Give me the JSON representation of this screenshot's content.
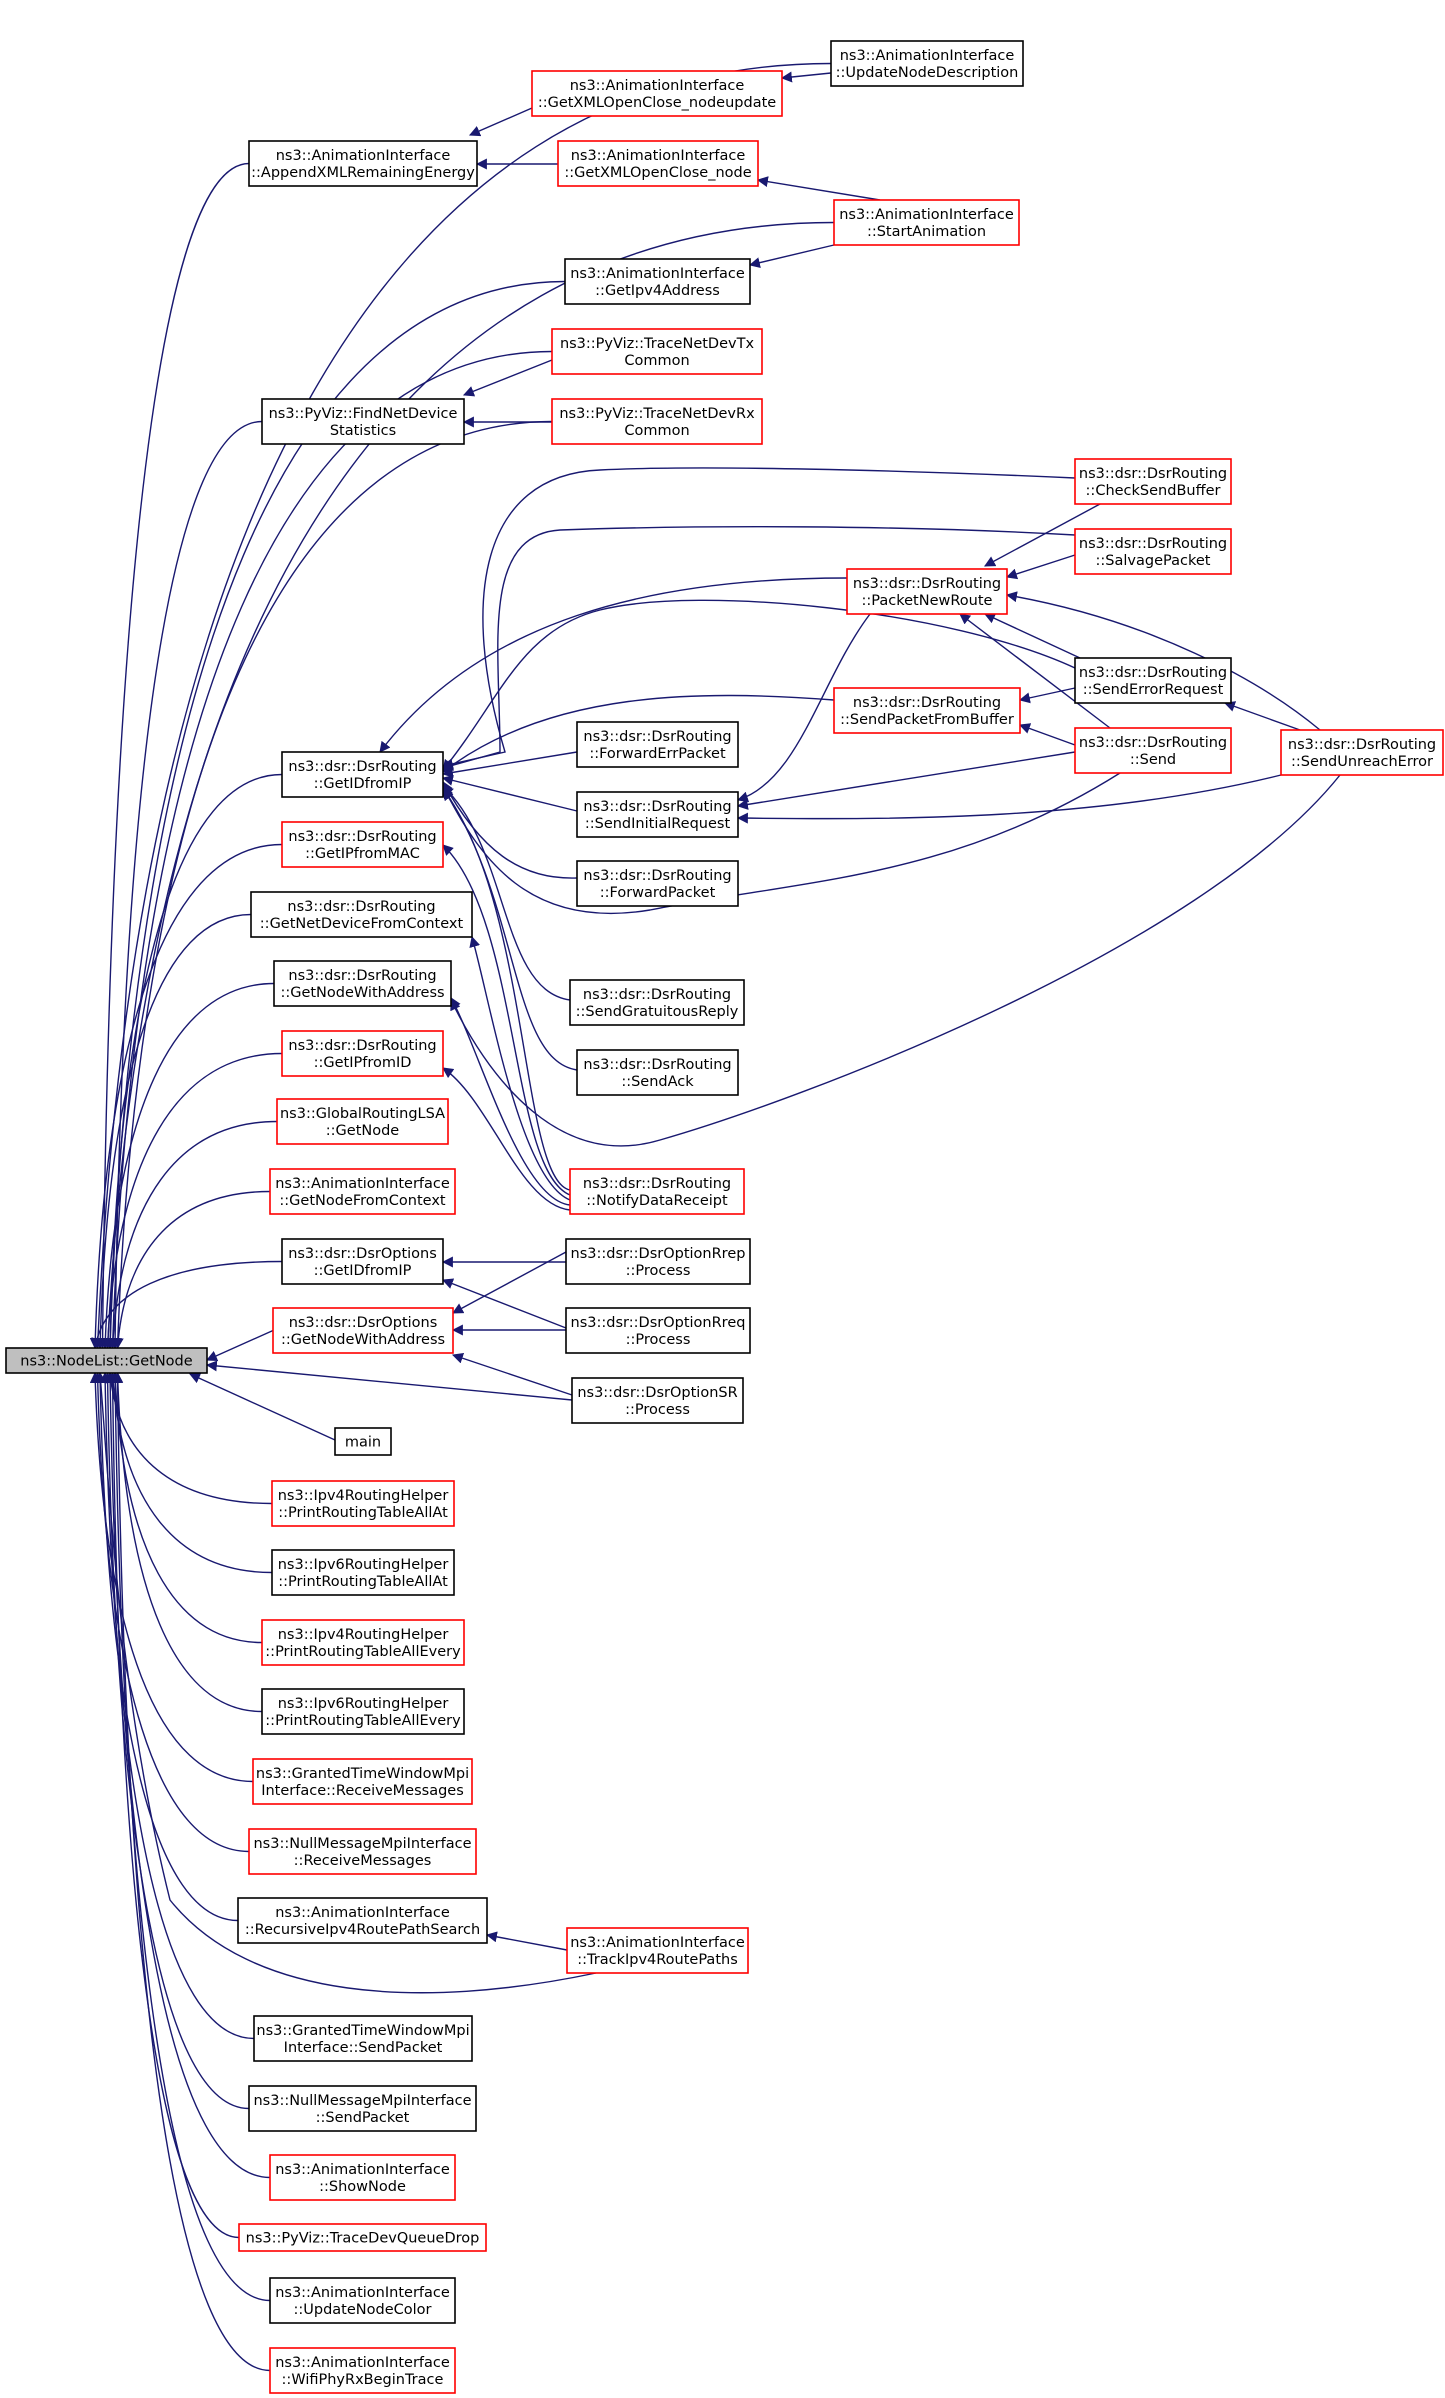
{
  "nodes": {
    "root": {
      "lines": [
        "ns3::NodeList::GetNode"
      ],
      "color": "root"
    },
    "updateNodeDesc": {
      "lines": [
        "ns3::AnimationInterface",
        "::UpdateNodeDescription"
      ],
      "color": "black"
    },
    "getXMLNodeUpdate": {
      "lines": [
        "ns3::AnimationInterface",
        "::GetXMLOpenClose_nodeupdate"
      ],
      "color": "red"
    },
    "appendXML": {
      "lines": [
        "ns3::AnimationInterface",
        "::AppendXMLRemainingEnergy"
      ],
      "color": "black"
    },
    "getXMLNode": {
      "lines": [
        "ns3::AnimationInterface",
        "::GetXMLOpenClose_node"
      ],
      "color": "red"
    },
    "startAnim": {
      "lines": [
        "ns3::AnimationInterface",
        "::StartAnimation"
      ],
      "color": "red"
    },
    "getIpv4": {
      "lines": [
        "ns3::AnimationInterface",
        "::GetIpv4Address"
      ],
      "color": "black"
    },
    "traceTx": {
      "lines": [
        "ns3::PyViz::TraceNetDevTx",
        "Common"
      ],
      "color": "red"
    },
    "findNetDev": {
      "lines": [
        "ns3::PyViz::FindNetDevice",
        "Statistics"
      ],
      "color": "black"
    },
    "traceRx": {
      "lines": [
        "ns3::PyViz::TraceNetDevRx",
        "Common"
      ],
      "color": "red"
    },
    "checkSend": {
      "lines": [
        "ns3::dsr::DsrRouting",
        "::CheckSendBuffer"
      ],
      "color": "red"
    },
    "salvage": {
      "lines": [
        "ns3::dsr::DsrRouting",
        "::SalvagePacket"
      ],
      "color": "red"
    },
    "packetNewRoute": {
      "lines": [
        "ns3::dsr::DsrRouting",
        "::PacketNewRoute"
      ],
      "color": "red"
    },
    "sendErrReq": {
      "lines": [
        "ns3::dsr::DsrRouting",
        "::SendErrorRequest"
      ],
      "color": "black"
    },
    "sendPktBuf": {
      "lines": [
        "ns3::dsr::DsrRouting",
        "::SendPacketFromBuffer"
      ],
      "color": "red"
    },
    "fwdErr": {
      "lines": [
        "ns3::dsr::DsrRouting",
        "::ForwardErrPacket"
      ],
      "color": "black"
    },
    "getIDfromIP": {
      "lines": [
        "ns3::dsr::DsrRouting",
        "::GetIDfromIP"
      ],
      "color": "black"
    },
    "send": {
      "lines": [
        "ns3::dsr::DsrRouting",
        "::Send"
      ],
      "color": "red"
    },
    "sendUnreach": {
      "lines": [
        "ns3::dsr::DsrRouting",
        "::SendUnreachError"
      ],
      "color": "red"
    },
    "sendInitReq": {
      "lines": [
        "ns3::dsr::DsrRouting",
        "::SendInitialRequest"
      ],
      "color": "black"
    },
    "getIPfromMAC": {
      "lines": [
        "ns3::dsr::DsrRouting",
        "::GetIPfromMAC"
      ],
      "color": "red"
    },
    "fwdPkt": {
      "lines": [
        "ns3::dsr::DsrRouting",
        "::ForwardPacket"
      ],
      "color": "black"
    },
    "getNetDevCtx": {
      "lines": [
        "ns3::dsr::DsrRouting",
        "::GetNetDeviceFromContext"
      ],
      "color": "black"
    },
    "sendGrat": {
      "lines": [
        "ns3::dsr::DsrRouting",
        "::SendGratuitousReply"
      ],
      "color": "black"
    },
    "getNodeWithAddr": {
      "lines": [
        "ns3::dsr::DsrRouting",
        "::GetNodeWithAddress"
      ],
      "color": "black"
    },
    "getIPfromID": {
      "lines": [
        "ns3::dsr::DsrRouting",
        "::GetIPfromID"
      ],
      "color": "red"
    },
    "sendAck": {
      "lines": [
        "ns3::dsr::DsrRouting",
        "::SendAck"
      ],
      "color": "black"
    },
    "globalLSA": {
      "lines": [
        "ns3::GlobalRoutingLSA",
        "::GetNode"
      ],
      "color": "red"
    },
    "notifyData": {
      "lines": [
        "ns3::dsr::DsrRouting",
        "::NotifyDataReceipt"
      ],
      "color": "red"
    },
    "animNodeCtx": {
      "lines": [
        "ns3::AnimationInterface",
        "::GetNodeFromContext"
      ],
      "color": "red"
    },
    "optGetID": {
      "lines": [
        "ns3::dsr::DsrOptions",
        "::GetIDfromIP"
      ],
      "color": "black"
    },
    "rrep": {
      "lines": [
        "ns3::dsr::DsrOptionRrep",
        "::Process"
      ],
      "color": "black"
    },
    "optGetNode": {
      "lines": [
        "ns3::dsr::DsrOptions",
        "::GetNodeWithAddress"
      ],
      "color": "red"
    },
    "rreq": {
      "lines": [
        "ns3::dsr::DsrOptionRreq",
        "::Process"
      ],
      "color": "black"
    },
    "sr": {
      "lines": [
        "ns3::dsr::DsrOptionSR",
        "::Process"
      ],
      "color": "black"
    },
    "main": {
      "lines": [
        "main"
      ],
      "color": "black"
    },
    "ipv4PrintAt": {
      "lines": [
        "ns3::Ipv4RoutingHelper",
        "::PrintRoutingTableAllAt"
      ],
      "color": "red"
    },
    "ipv6PrintAt": {
      "lines": [
        "ns3::Ipv6RoutingHelper",
        "::PrintRoutingTableAllAt"
      ],
      "color": "black"
    },
    "ipv4PrintEvery": {
      "lines": [
        "ns3::Ipv4RoutingHelper",
        "::PrintRoutingTableAllEvery"
      ],
      "color": "red"
    },
    "ipv6PrintEvery": {
      "lines": [
        "ns3::Ipv6RoutingHelper",
        "::PrintRoutingTableAllEvery"
      ],
      "color": "black"
    },
    "grantedRecv": {
      "lines": [
        "ns3::GrantedTimeWindowMpi",
        "Interface::ReceiveMessages"
      ],
      "color": "red"
    },
    "nullRecv": {
      "lines": [
        "ns3::NullMessageMpiInterface",
        "::ReceiveMessages"
      ],
      "color": "red"
    },
    "recursive": {
      "lines": [
        "ns3::AnimationInterface",
        "::RecursiveIpv4RoutePathSearch"
      ],
      "color": "black"
    },
    "trackIpv4": {
      "lines": [
        "ns3::AnimationInterface",
        "::TrackIpv4RoutePaths"
      ],
      "color": "red"
    },
    "grantedSend": {
      "lines": [
        "ns3::GrantedTimeWindowMpi",
        "Interface::SendPacket"
      ],
      "color": "black"
    },
    "nullSend": {
      "lines": [
        "ns3::NullMessageMpiInterface",
        "::SendPacket"
      ],
      "color": "black"
    },
    "showNode": {
      "lines": [
        "ns3::AnimationInterface",
        "::ShowNode"
      ],
      "color": "red"
    },
    "traceQueue": {
      "lines": [
        "ns3::PyViz::TraceDevQueueDrop"
      ],
      "color": "red"
    },
    "updateColor": {
      "lines": [
        "ns3::AnimationInterface",
        "::UpdateNodeColor"
      ],
      "color": "black"
    },
    "wifiRx": {
      "lines": [
        "ns3::AnimationInterface",
        "::WifiPhyRxBeginTrace"
      ],
      "color": "red"
    }
  }
}
